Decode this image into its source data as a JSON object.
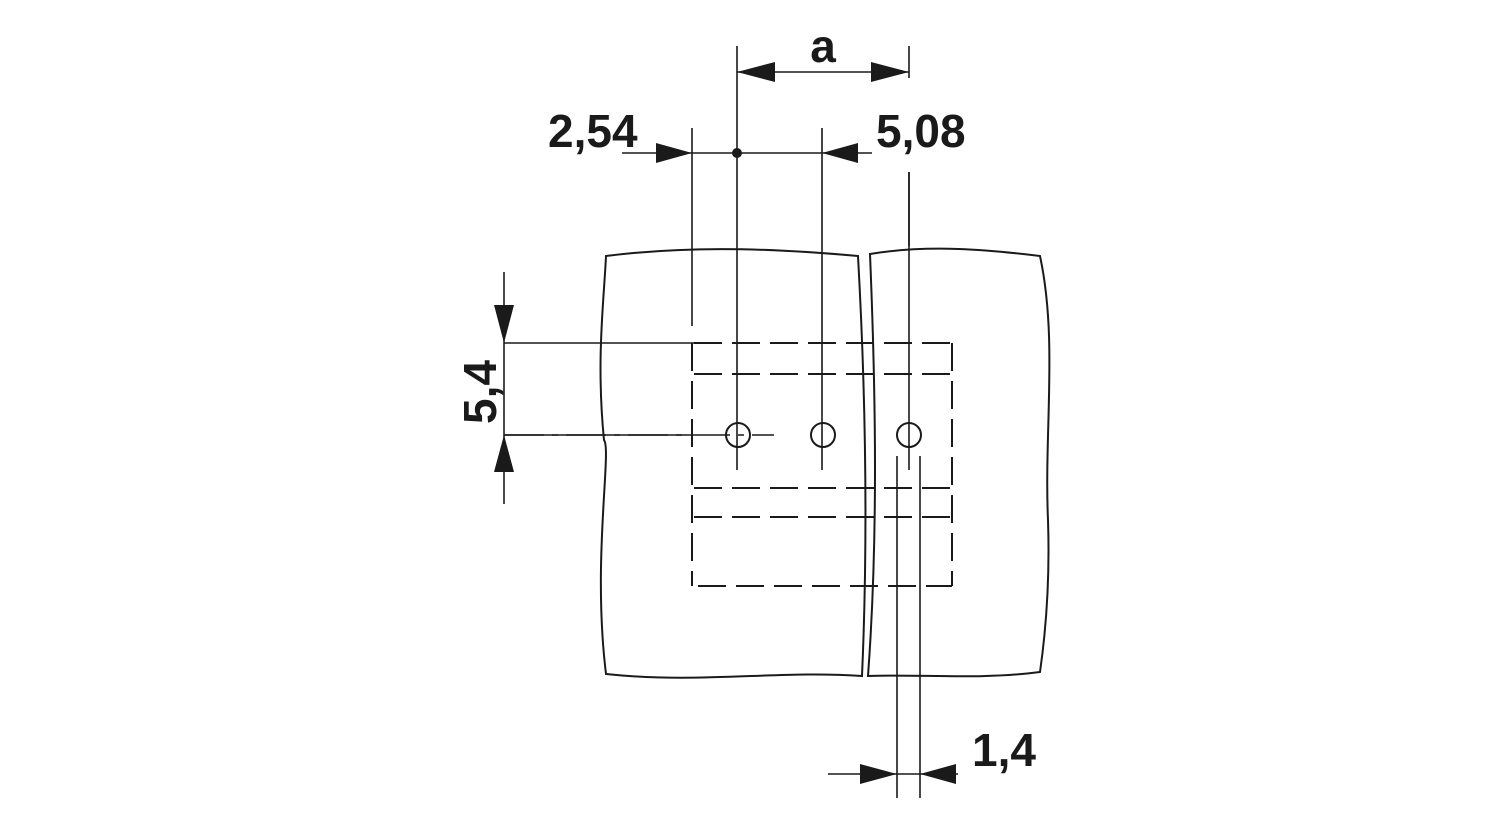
{
  "dimensions": {
    "pitch_label": "a",
    "offset_left_label": "2,54",
    "offset_right_label": "5,08",
    "vertical_label": "5,4",
    "pin_width_label": "1,4"
  },
  "colors": {
    "line": "#1a1a1a",
    "background": "#ffffff"
  }
}
